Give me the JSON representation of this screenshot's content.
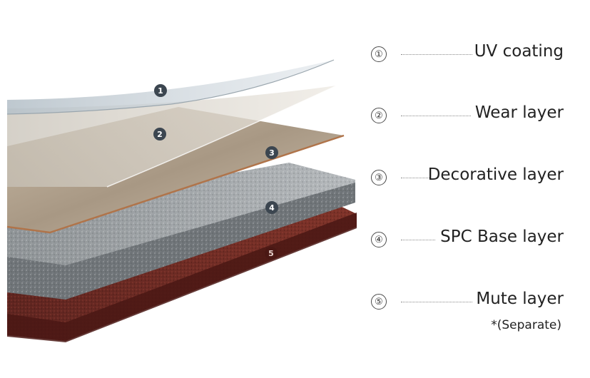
{
  "layers": [
    {
      "marker": "1",
      "legend_number": "①",
      "label": "UV coating"
    },
    {
      "marker": "2",
      "legend_number": "②",
      "label": "Wear layer"
    },
    {
      "marker": "3",
      "legend_number": "③",
      "label": "Decorative layer"
    },
    {
      "marker": "4",
      "legend_number": "④",
      "label": "SPC Base layer"
    },
    {
      "marker": "5",
      "legend_number": "⑤",
      "label": "Mute layer"
    }
  ],
  "note": "*(Separate)",
  "colors": {
    "uv": "#c9d3da",
    "wear": "#d8d4cc",
    "decor": "#b8a996",
    "decor_edge": "#b0744a",
    "spc": "#9ea3a6",
    "spc_dark": "#6f7478",
    "mute": "#6e2a22",
    "mute_dark": "#4e1a16",
    "marker": "#3c4650"
  }
}
